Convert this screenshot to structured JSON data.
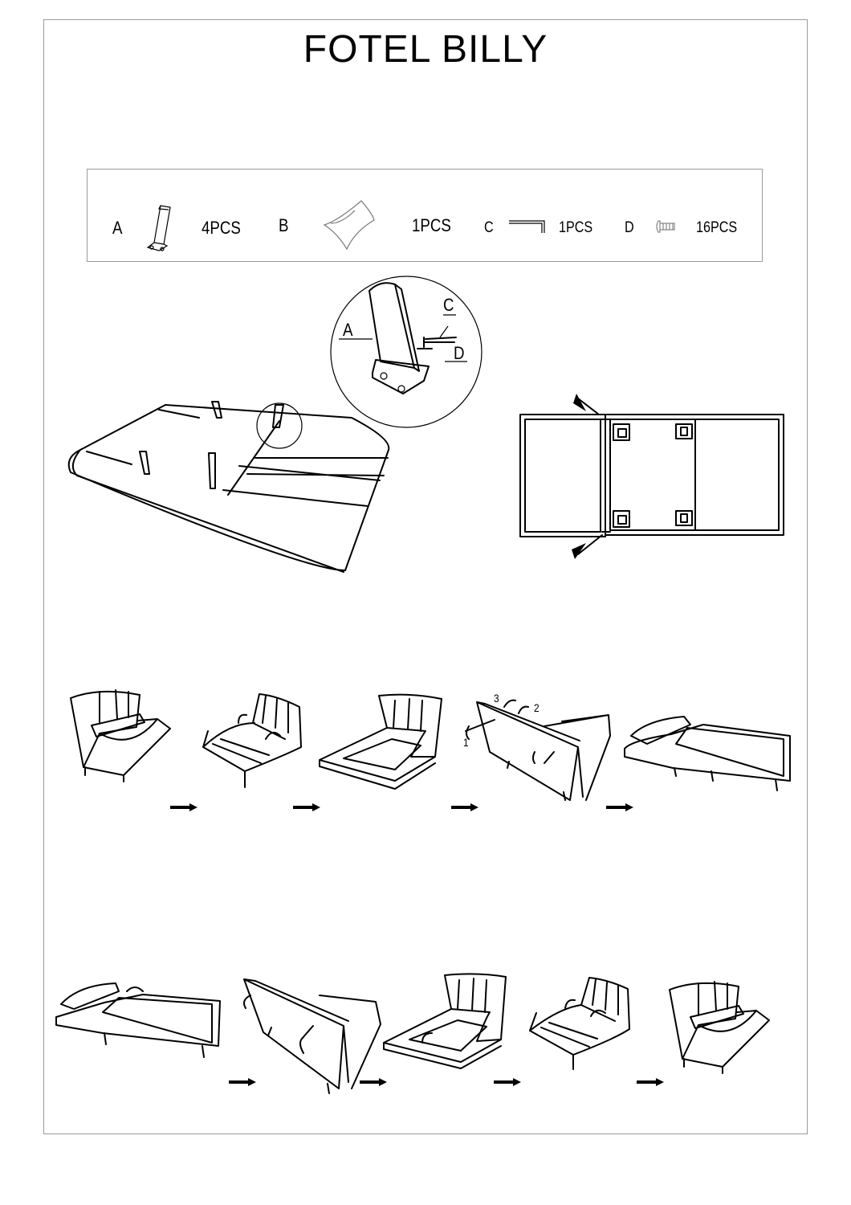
{
  "title": "FOTEL BILLY",
  "parts": [
    {
      "letter": "A",
      "icon": "leg-icon",
      "qty": "4PCS"
    },
    {
      "letter": "B",
      "icon": "pillow-icon",
      "qty": "1PCS"
    },
    {
      "letter": "C",
      "icon": "allen-key-icon",
      "qty": "1PCS"
    },
    {
      "letter": "D",
      "icon": "screw-icon",
      "qty": "16PCS"
    }
  ],
  "detail_labels": {
    "a": "A",
    "c": "C",
    "d": "D"
  },
  "step_numbers": [
    "1",
    "2",
    "3"
  ]
}
